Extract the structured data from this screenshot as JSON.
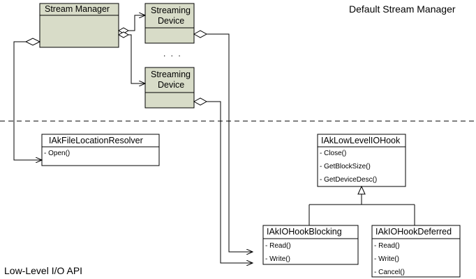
{
  "regions": {
    "top_label": "Default Stream Manager",
    "bottom_label": "Low-Level I/O API"
  },
  "classes": {
    "stream_manager": {
      "name": "Stream Manager",
      "operations": []
    },
    "streaming_device_1": {
      "name_lines": [
        "Streaming",
        "Device"
      ],
      "operations": []
    },
    "streaming_device_2": {
      "name_lines": [
        "Streaming",
        "Device"
      ],
      "operations": []
    },
    "file_location_resolver": {
      "name": "IAkFileLocationResolver",
      "operations": [
        "- Open()"
      ]
    },
    "low_level_io_hook": {
      "name": "IAkLowLevelIOHook",
      "operations": [
        "- Close()",
        "- GetBlockSize()",
        "- GetDeviceDesc()"
      ]
    },
    "io_hook_blocking": {
      "name": "IAkIOHookBlocking",
      "operations": [
        "- Read()",
        "- Write()"
      ]
    },
    "io_hook_deferred": {
      "name": "IAkIOHookDeferred",
      "operations": [
        "- Read()",
        "- Write()",
        "- Cancel()"
      ]
    }
  },
  "ellipsis": ". . .",
  "colors": {
    "manager_fill": "#d8dcc8",
    "plain_fill": "#ffffff",
    "stroke": "#000000"
  }
}
